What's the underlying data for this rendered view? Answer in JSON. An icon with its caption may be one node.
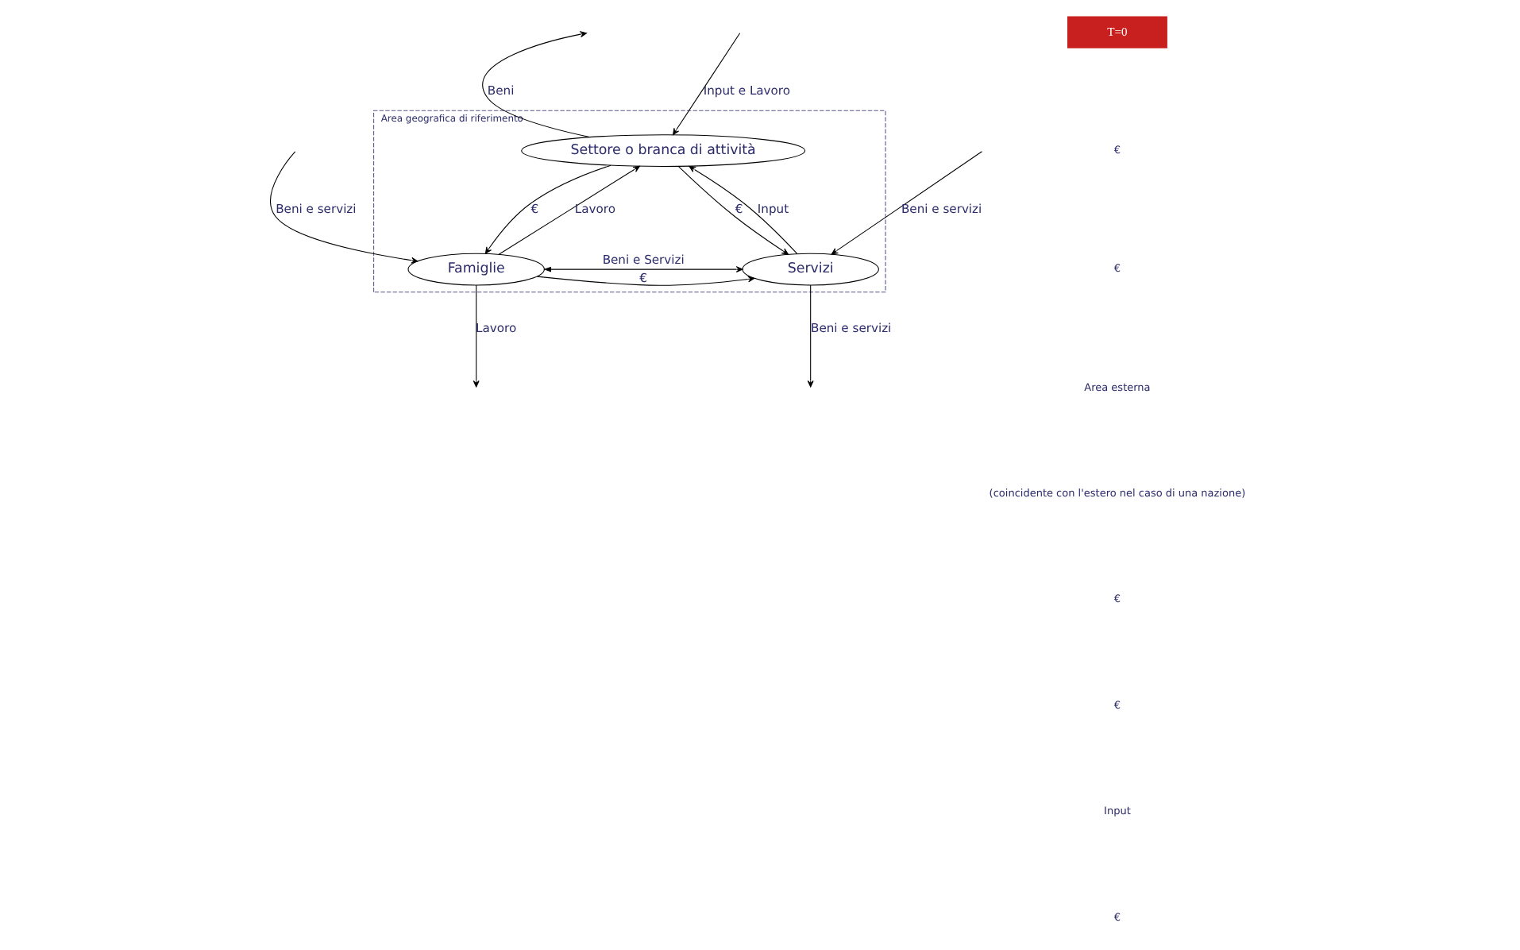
{
  "diagram": {
    "nodes": [
      {
        "text": [
          "Area geografica di riferimento"
        ]
      },
      {
        "text": [
          "Settore o branca di attività"
        ],
        "in": 0
      },
      {
        "text": [
          "Famiglie"
        ],
        "in": 0
      },
      {
        "text": [
          "Servizi"
        ],
        "in": 0
      },
      {
        "text": [
          "T=0"
        ]
      }
    ],
    "edges": [
      {
        "from": 1,
        "to": null,
        "arrow": "to",
        "label": "Beni"
      },
      {
        "from": null,
        "to": 1,
        "arrow": "to",
        "label": "Input e Lavoro"
      },
      {
        "from": 2,
        "to": 1,
        "arrow": "to",
        "label": "Lavoro"
      },
      {
        "from": 1,
        "to": 2,
        "arrow": "to",
        "label": "€"
      },
      {
        "from": 3,
        "to": 1,
        "arrow": "to",
        "label": "Input"
      },
      {
        "from": 1,
        "to": 3,
        "arrow": "to",
        "label": "€"
      },
      {
        "from": 2,
        "to": 3,
        "arrow": "both",
        "label": "Beni e Servizi"
      },
      {
        "from": 2,
        "to": 3,
        "arrow": "to",
        "label": "€"
      },
      {
        "from": null,
        "to": 2,
        "arrow": "to",
        "label": "Beni e servizi"
      },
      {
        "from": 2,
        "to": null,
        "arrow": "to",
        "label": "Lavoro"
      },
      {
        "from": null,
        "to": 3,
        "arrow": "to",
        "label": "Beni e servizi"
      },
      {
        "from": 3,
        "to": null,
        "arrow": "to",
        "label": "Beni e servizi"
      }
    ],
    "labels": [
      "€",
      "€",
      "Area esterna",
      "(coincidente con l'estero nel caso di una nazione)",
      "€",
      "€",
      "Input",
      "€"
    ]
  }
}
